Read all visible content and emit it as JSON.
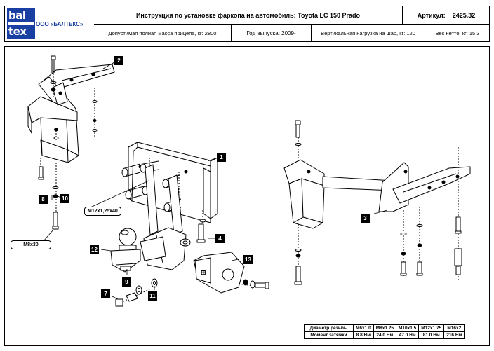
{
  "header": {
    "logo_top": "bal",
    "logo_bottom": "tex",
    "company": "ООО «БАЛТЕКС»",
    "title": "Инструкция по установке фаркопа на автомобиль: Toyota LC 150 Prado",
    "article_label": "Артикул:",
    "article_value": "2425.32",
    "max_mass": "Допустимая полная масса прицепа, кг: 2800",
    "year": "Год выпуска: 2009-",
    "vertical_load": "Вертикальная нагрузка на шар, кг: 120",
    "net_weight": "Вес нетто, кг: 15.3"
  },
  "callouts": {
    "c1": "1",
    "c2": "2",
    "c3": "3",
    "c4": "4",
    "c7": "7",
    "c8": "8",
    "c9": "9",
    "c10": "10",
    "c11": "11",
    "c12": "12",
    "c13": "13"
  },
  "size_labels": {
    "m12": "M12x1,25x40",
    "m8": "M8x30"
  },
  "torque_table": {
    "thread_label": "Диаметр резьбы",
    "torque_label": "Момент затяжки",
    "threads": [
      "M6x1.0",
      "M8x1.25",
      "M10x1.5",
      "M12x1.75",
      "M16x2"
    ],
    "torques": [
      "8.8 Нм",
      "24.0 Нм",
      "47.0 Нм",
      "81.0 Нм",
      "216 Нм"
    ]
  }
}
